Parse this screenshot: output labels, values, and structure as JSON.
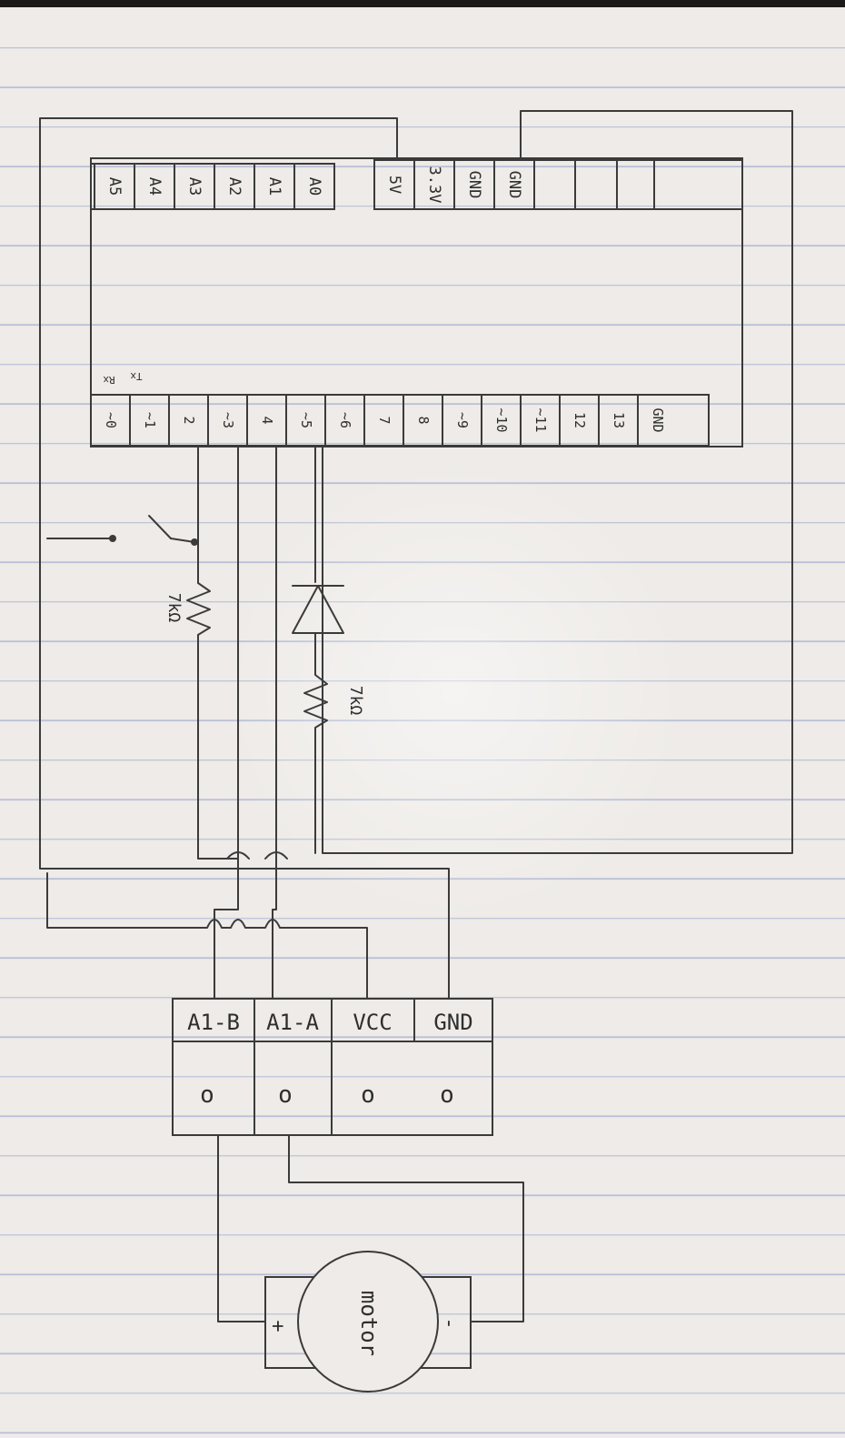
{
  "board": {
    "analog_pins": [
      "A0",
      "A1",
      "A2",
      "A3",
      "A4",
      "A5"
    ],
    "power_pins": [
      "5V",
      "3.3V",
      "GND",
      "GND"
    ],
    "digital_pins": [
      "~0",
      "~1",
      "2",
      "~3",
      "4",
      "~5",
      "~6",
      "7",
      "8",
      "~9",
      "~10",
      "~11",
      "12",
      "13",
      "GND"
    ],
    "rx_label": "Rx",
    "tx_label": "Tx"
  },
  "resistor_switch_label": "7kΩ",
  "resistor_led_label": "7kΩ",
  "driver": {
    "labels": [
      "A1-B",
      "A1-A",
      "VCC",
      "GND"
    ],
    "terminal_symbol": "o"
  },
  "motor": {
    "label": "motor",
    "plus": "+",
    "minus": "-"
  },
  "colors": {
    "pencil": "#3b3b3b",
    "paper": "#eeebe8",
    "ruled_line": "#b9c0d6"
  }
}
